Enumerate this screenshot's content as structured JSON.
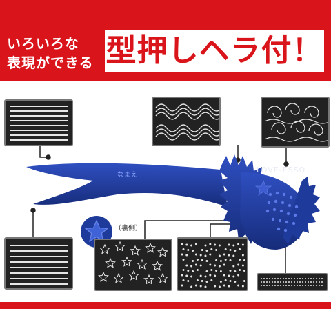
{
  "banner": {
    "subtitle_line1": "いろいろな",
    "subtitle_line2": "表現ができる",
    "headline": "型押しヘラ付！",
    "color": "#d9141a"
  },
  "tool": {
    "name_label": "なまえ",
    "color": "#1e3a9b"
  },
  "back_side_label": "（裏側）",
  "watermark": "LOVE-ESSO",
  "samples": [
    {
      "pattern": "straight-lines"
    },
    {
      "pattern": "wavy-lines"
    },
    {
      "pattern": "swirl-waves"
    },
    {
      "pattern": "straight-lines"
    },
    {
      "pattern": "star-stamps"
    },
    {
      "pattern": "dot-grid"
    },
    {
      "pattern": "dotted-band"
    }
  ]
}
